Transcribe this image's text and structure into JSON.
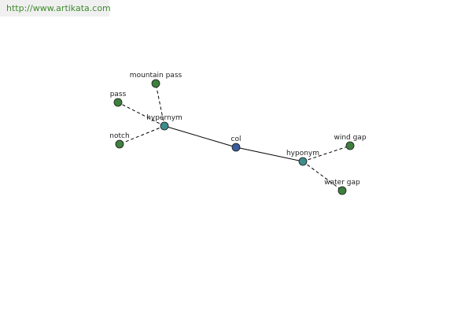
{
  "watermark": {
    "text": "http://www.artikata.com"
  },
  "colors": {
    "center": "#3d5c9a",
    "relation": "#3f8c8c",
    "leaf": "#3f7f3f",
    "stroke": "#000000",
    "watermark_bg": "#f0f0f0",
    "watermark_text": "#3f8a2e"
  },
  "graph": {
    "nodes": [
      {
        "id": "col",
        "label": "col",
        "kind": "center"
      },
      {
        "id": "hypernym",
        "label": "hypernym",
        "kind": "relation"
      },
      {
        "id": "hyponym",
        "label": "hyponym",
        "kind": "relation"
      },
      {
        "id": "mountain-pass",
        "label": "mountain pass",
        "kind": "leaf"
      },
      {
        "id": "pass",
        "label": "pass",
        "kind": "leaf"
      },
      {
        "id": "notch",
        "label": "notch",
        "kind": "leaf"
      },
      {
        "id": "wind-gap",
        "label": "wind gap",
        "kind": "leaf"
      },
      {
        "id": "water-gap",
        "label": "water gap",
        "kind": "leaf"
      }
    ],
    "edges": [
      {
        "from": "col",
        "to": "hypernym",
        "style": "solid"
      },
      {
        "from": "col",
        "to": "hyponym",
        "style": "solid"
      },
      {
        "from": "hypernym",
        "to": "mountain-pass",
        "style": "dashed"
      },
      {
        "from": "hypernym",
        "to": "pass",
        "style": "dashed"
      },
      {
        "from": "hypernym",
        "to": "notch",
        "style": "dashed"
      },
      {
        "from": "hyponym",
        "to": "wind-gap",
        "style": "dashed"
      },
      {
        "from": "hyponym",
        "to": "water-gap",
        "style": "dashed"
      }
    ]
  }
}
